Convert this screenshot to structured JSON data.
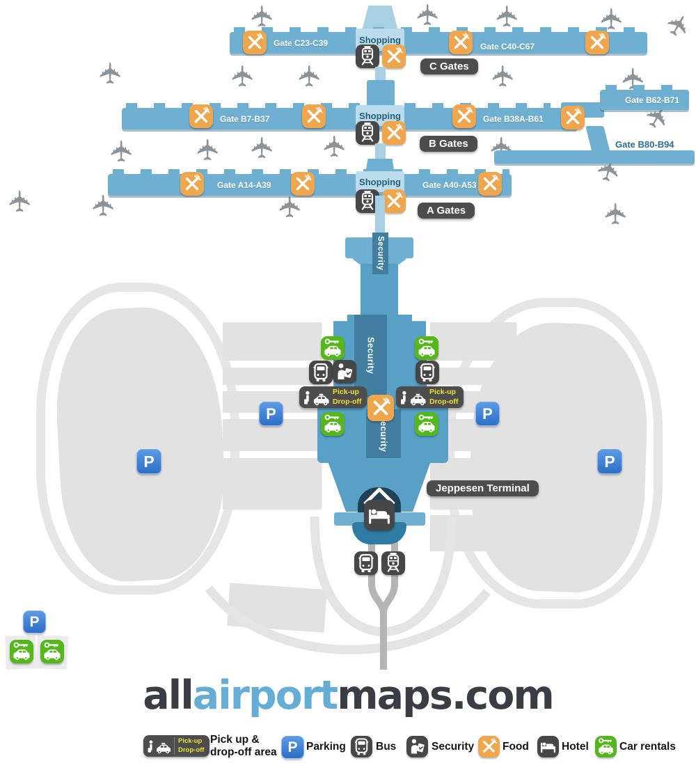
{
  "colors": {
    "concourse": "#6fb0d2",
    "concourse-light": "#a9cfe3",
    "terminal": "#58a0c6",
    "secband": "#417e9f",
    "shopping-bg": "#badcec",
    "shopping-text": "#265f78",
    "food": "#f0a64d",
    "green": "#56b71c",
    "pblue1": "#5b9be6",
    "pblue2": "#2e6ec6",
    "yellow": "#f0e22e",
    "gate-dark-text": "#2b6d92",
    "plane": "#8d9297",
    "lot": "#e2e2e2",
    "road": "#b5b5b5",
    "logo-dark": "#3a3e44",
    "logo-blue": "#66add6"
  },
  "map": {
    "shopping_label": "Shopping",
    "security_label": "Security",
    "parking_letter": "P",
    "terminal_badge": "Jeppesen Terminal",
    "pickup_line1": "Pick-up",
    "pickup_line2": "Drop-off",
    "concourses": {
      "c": {
        "badge": "C Gates",
        "gate_left": "Gate C23-C39",
        "gate_right": "Gate C40-C67"
      },
      "b": {
        "badge": "B Gates",
        "gate_left": "Gate B7-B37",
        "gate_right": "Gate B38A-B61",
        "gate_arm_top": "Gate B62-B71",
        "gate_arm_bottom": "Gate B80-B94"
      },
      "a": {
        "badge": "A Gates",
        "gate_left": "Gate A14-A39",
        "gate_right": "Gate A40-A53"
      }
    }
  },
  "logo": {
    "part1": "all",
    "part2": "airport",
    "part3": "maps.com"
  },
  "legend": {
    "pickup_area_line1": "Pick up &",
    "pickup_area_line2": "drop-off area",
    "parking": "Parking",
    "bus": "Bus",
    "security": "Security",
    "food": "Food",
    "hotel": "Hotel",
    "car_rentals": "Car rentals"
  },
  "icons": {
    "food-icon": "crossed fork and knife",
    "train-icon": "train front",
    "bus-icon": "bus front",
    "security-check-icon": "officer checking document",
    "hotel-icon": "bed",
    "car-rental-icon": "car with key",
    "parking-icon": "letter P",
    "plane-icon": "airplane silhouette"
  }
}
